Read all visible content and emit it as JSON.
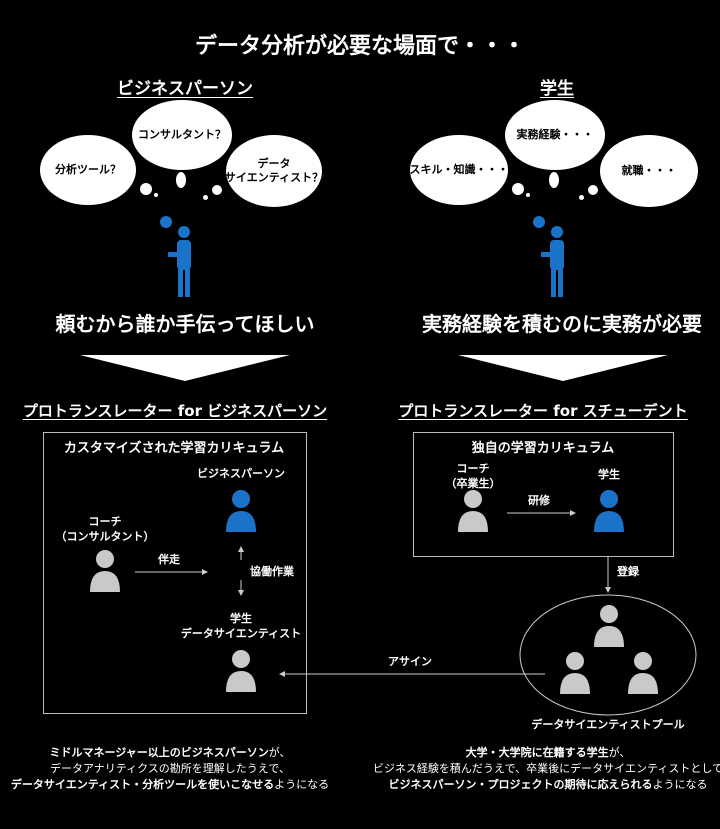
{
  "title": "データ分析が必要な場面で・・・",
  "left": {
    "heading": "ビジネスパーソン",
    "thoughts": [
      "分析ツール？",
      "コンサルタント？",
      "データ\nサイエンティスト？"
    ],
    "need": "頼むから誰か手伝ってほしい",
    "program": "プロトランスレーター for ビジネスパーソン",
    "box_title": "カスタマイズされた学習カリキュラム",
    "coach": "コーチ\n（コンサルタント）",
    "business": "ビジネスパーソン",
    "student": "学生\nデータサイエンティスト",
    "accompany": "伴走",
    "collab": "協働作業",
    "summary": {
      "l1_bold": "ミドルマネージャー以上のビジネスパーソン",
      "l1_rest": "が、",
      "l2": "データアナリティクスの勘所を理解したうえで、",
      "l3_bold": "データサイエンティスト・分析ツールを使いこなせる",
      "l3_rest": "ようになる"
    }
  },
  "right": {
    "heading": "学生",
    "thoughts": [
      "スキル・知識・・・",
      "実務経験・・・",
      "就職・・・"
    ],
    "need": "実務経験を積むのに実務が必要",
    "program": "プロトランスレーター for スチューデント",
    "box_title": "独自の学習カリキュラム",
    "coach": "コーチ\n（卒業生）",
    "student": "学生",
    "training": "研修",
    "register": "登録",
    "pool": "データサイエンティストプール",
    "assign": "アサイン",
    "summary": {
      "l1_bold": "大学・大学院に在籍する学生",
      "l1_rest": "が、",
      "l2": "ビジネス経験を積んだうえで、卒業後にデータサイエンティストとして",
      "l3_bold": "ビジネスパーソン・プロジェクトの期待に応えられる",
      "l3_rest": "ようになる"
    }
  },
  "colors": {
    "blue": "#1a73c9",
    "grey": "#c9c9c9"
  }
}
